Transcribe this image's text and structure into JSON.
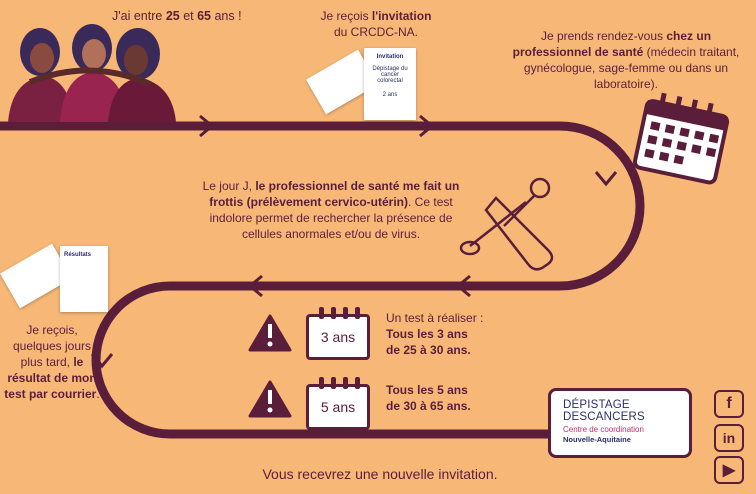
{
  "steps": {
    "age": {
      "pre": "J'ai entre ",
      "a": "25",
      "mid": " et ",
      "b": "65",
      "post": " ans !"
    },
    "invitation": {
      "pre": "Je reçois ",
      "bold": "l'invitation",
      "post": "du CRCDC-NA."
    },
    "rdv": {
      "pre": "Je prends rendez-vous ",
      "bold": "chez un professionnel de santé",
      "post": " (médecin traitant, gynécologue, sage-femme ou dans un laboratoire)."
    },
    "jourj": {
      "pre": "Le jour J, ",
      "bold": "le professionnel de santé me fait un frottis (prélèvement cervico-utérin)",
      "post": ". Ce test indolore permet de rechercher la présence de cellules anormales et/ou de virus."
    },
    "resultat": {
      "pre": "Je reçois, quelques jours plus tard, ",
      "bold": "le résultat de mon test par courrier",
      "post": "."
    }
  },
  "info": {
    "head": "Un test à réaliser :",
    "row1": {
      "badge": "3 ans",
      "line1": "Tous les 3 ans",
      "line2": "de 25 à 30 ans."
    },
    "row2": {
      "badge": "5 ans",
      "line1": "Tous les 5 ans",
      "line2": "de 30 à 65 ans."
    }
  },
  "footer": "Vous recevrez une nouvelle invitation.",
  "documents": {
    "invitation_title": "Invitation",
    "invitation_sub": "Dépistage du cancer colorectal",
    "invitation_years": "2 ans",
    "results_title": "Résultats"
  },
  "logo": {
    "line1": "DÉPISTAGE",
    "line2": "DESCANCERS",
    "line3": "Centre de coordination",
    "line4": "Nouvelle-Aquitaine"
  },
  "social": {
    "facebook": "f",
    "linkedin": "in",
    "youtube": "▶"
  },
  "colors": {
    "background": "#f7b877",
    "path": "#5a1e3a",
    "logo_blue": "#2b2f6b",
    "logo_pink": "#c0306a"
  }
}
